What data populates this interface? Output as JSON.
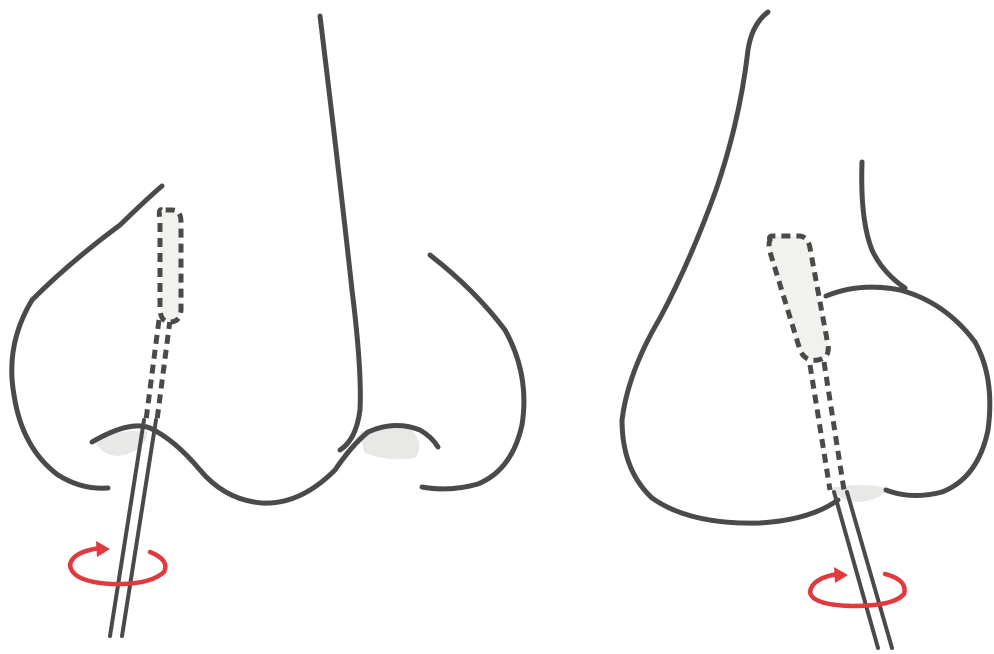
{
  "figure": {
    "panels": [
      {
        "view": "front",
        "swab": "swab-in-nostril",
        "motion": "rotate-icon"
      },
      {
        "view": "side",
        "swab": "swab-in-nostril",
        "motion": "rotate-icon"
      }
    ],
    "colors": {
      "outline": "#4a4a4a",
      "arrow": "#e0393e",
      "shade": "#e8e9e6",
      "swab_tip": "#f1f2ee",
      "background": "#ffffff"
    }
  }
}
